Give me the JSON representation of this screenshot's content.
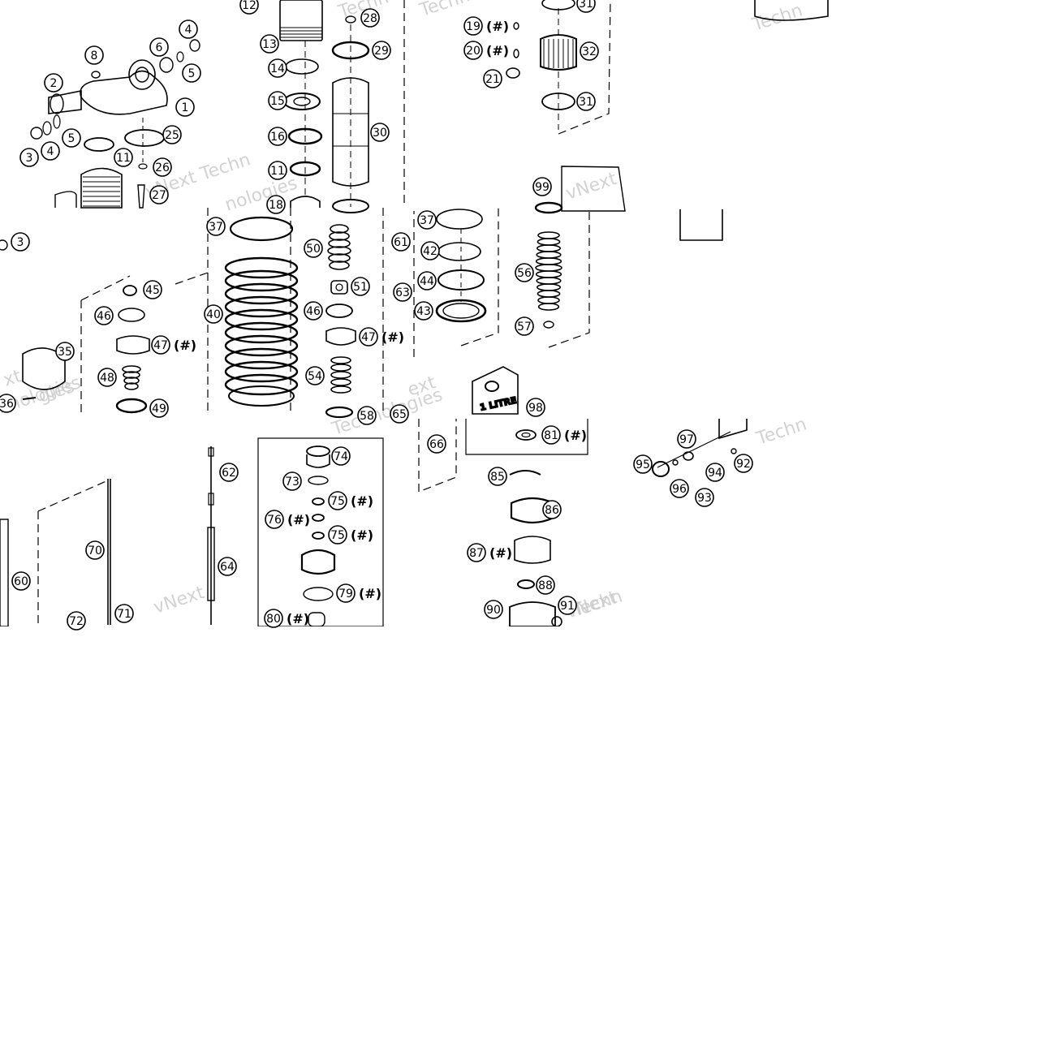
{
  "watermark": {
    "words": [
      "Techn",
      "vNext Techn",
      "nologies",
      "vNext",
      "Technologies",
      "Techn",
      "Techn",
      "vNext",
      "vNext",
      "ext",
      "Techn",
      "hnologies",
      "gies",
      "xt",
      "Techn"
    ]
  },
  "part_labels": [
    "1",
    "2",
    "3",
    "4",
    "5",
    "6",
    "8",
    "11",
    "12",
    "13",
    "14",
    "15",
    "16",
    "18",
    "19",
    "20",
    "21",
    "25",
    "26",
    "27",
    "28",
    "29",
    "30",
    "31",
    "32",
    "35",
    "36",
    "37",
    "40",
    "42",
    "43",
    "44",
    "45",
    "46",
    "47",
    "48",
    "49",
    "50",
    "51",
    "54",
    "56",
    "57",
    "58",
    "60",
    "61",
    "62",
    "63",
    "64",
    "65",
    "66",
    "70",
    "71",
    "72",
    "73",
    "74",
    "75",
    "76",
    "79",
    "80",
    "81",
    "85",
    "86",
    "87",
    "88",
    "90",
    "91",
    "92",
    "93",
    "94",
    "95",
    "96",
    "97",
    "98",
    "99"
  ],
  "hash_marker": "(#)",
  "oil_can_label": "1 LITRE",
  "colors": {
    "ink": "#000000",
    "watermark": "#c8c8c8",
    "background": "#ffffff"
  }
}
